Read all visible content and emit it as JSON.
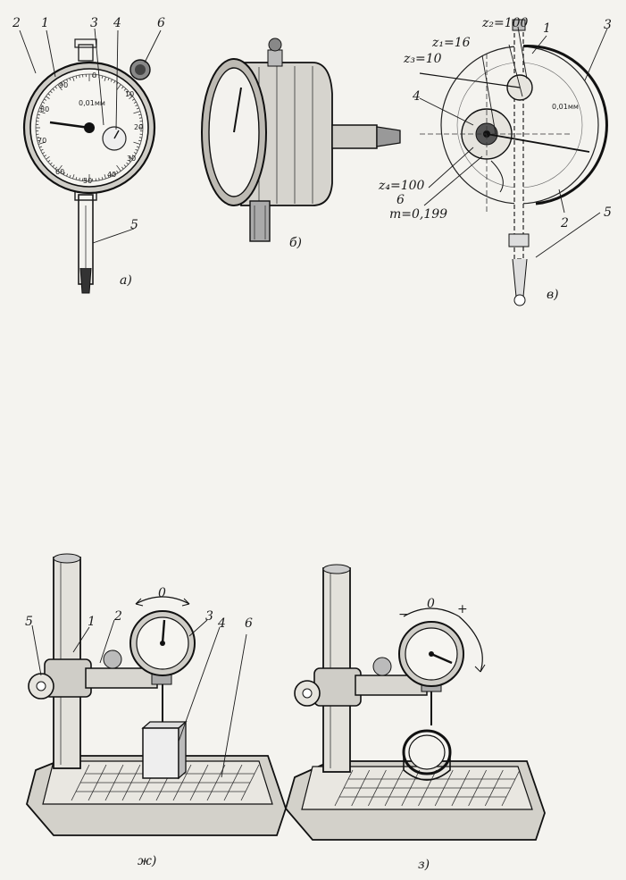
{
  "figure_a": {
    "caption": "а)",
    "callouts": [
      "2",
      "1",
      "3",
      "4",
      "6",
      "5"
    ],
    "dial_text": "0,01мм",
    "dial_numbers": [
      "0",
      "10",
      "20",
      "30",
      "40",
      "50",
      "60",
      "70",
      "80",
      "90"
    ]
  },
  "figure_b": {
    "caption": "б)"
  },
  "figure_c": {
    "caption": "в)",
    "gear_z2": "z₂=100",
    "gear_z1": "z₁=16",
    "gear_z3": "z₃=10",
    "gear_z4": "z₄=100",
    "module": "m=0,199",
    "callouts": [
      "1",
      "3",
      "4",
      "6",
      "2",
      "5"
    ],
    "dial_text": "0,01мм"
  },
  "figure_zh": {
    "caption": "ж)",
    "callouts": [
      "5",
      "1",
      "2",
      "3",
      "4",
      "6"
    ],
    "zero_mark": "0"
  },
  "figure_z": {
    "caption": "з)",
    "zero_mark": "0",
    "minus": "−",
    "plus": "+"
  }
}
